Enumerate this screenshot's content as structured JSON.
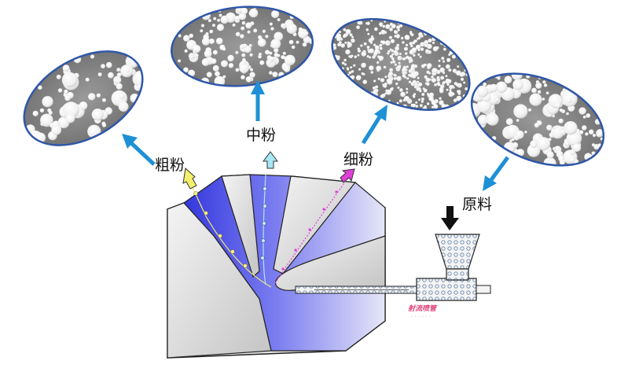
{
  "labels": {
    "coarse": "粗粉",
    "medium": "中粉",
    "fine": "细粉",
    "raw": "原料",
    "nozzle": "射流喷管"
  },
  "colors": {
    "flow_arrow": "#1e90d6",
    "coarse_arrow": "#f3ef6a",
    "medium_arrow": "#a8e8f5",
    "fine_arrow": "#e040d8",
    "chamber_deep": "#3b3fe0",
    "chamber_light": "#e2e2f5",
    "wall_gray": "#d0d0d0",
    "ellipse_border": "#2f57a8",
    "particle_bg": "#8a8a8a"
  }
}
